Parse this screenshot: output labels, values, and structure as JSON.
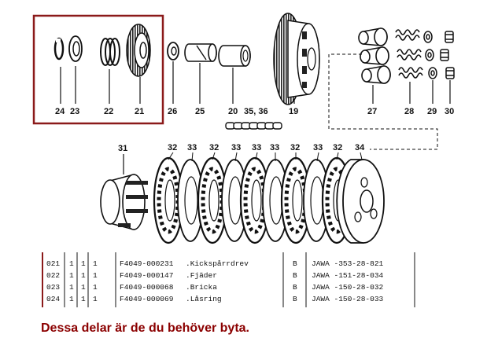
{
  "highlight_color": "#8b1a1a",
  "note_color": "#8b0000",
  "callouts": {
    "p24": "24",
    "p23": "23",
    "p22": "22",
    "p21": "21",
    "p26": "26",
    "p25": "25",
    "p20": "20",
    "p3536": "35, 36",
    "p19": "19",
    "p27": "27",
    "p28": "28",
    "p29": "29",
    "p30": "30",
    "p31": "31",
    "p34": "34",
    "p32": "32",
    "p33": "33"
  },
  "parts_table": {
    "rows": [
      {
        "pos": "021",
        "q1": "1",
        "q2": "1",
        "q3": "1",
        "code": "F4049-000231",
        "name": ".Kickspårrdrev",
        "cat": "B",
        "ref": "JAWA  -353-28-821"
      },
      {
        "pos": "022",
        "q1": "1",
        "q2": "1",
        "q3": "1",
        "code": "F4049-000147",
        "name": ".Fjäder",
        "cat": "B",
        "ref": "JAWA  -151-28-034"
      },
      {
        "pos": "023",
        "q1": "1",
        "q2": "1",
        "q3": "1",
        "code": "F4049-000068",
        "name": ".Bricka",
        "cat": "B",
        "ref": "JAWA  -150-28-032"
      },
      {
        "pos": "024",
        "q1": "1",
        "q2": "1",
        "q3": "1",
        "code": "F4049-000069",
        "name": ".Låsring",
        "cat": "B",
        "ref": "JAWA  -150-28-033"
      }
    ]
  },
  "note": "Dessa delar är de du behöver byta."
}
